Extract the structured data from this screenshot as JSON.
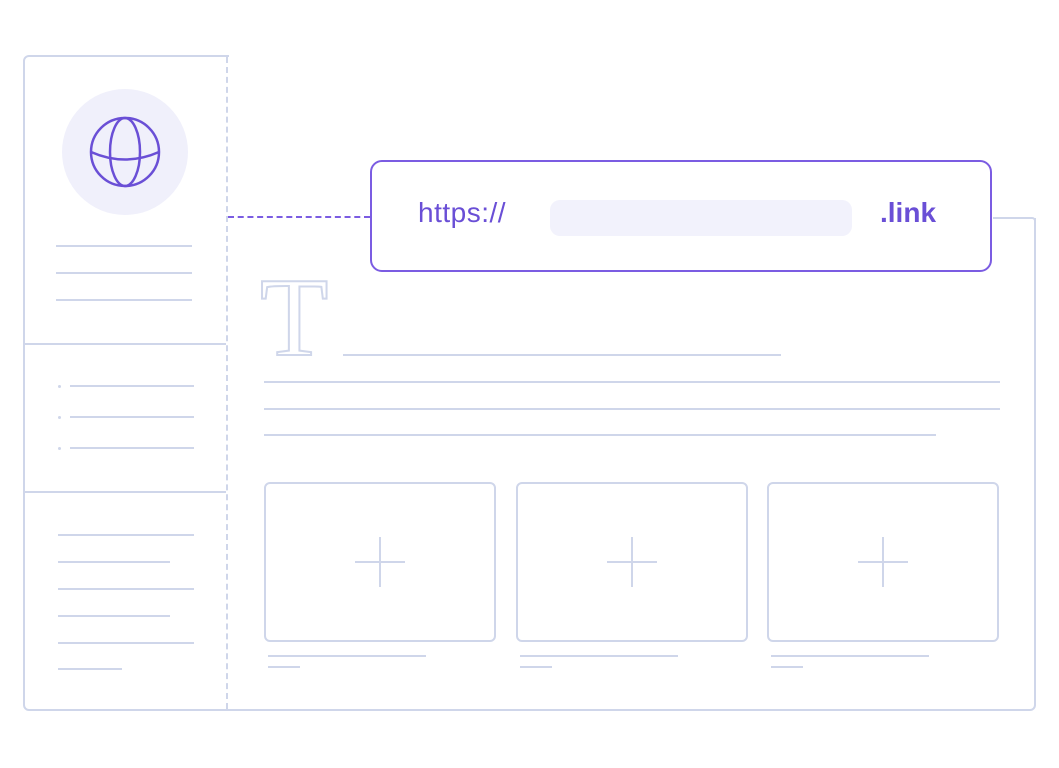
{
  "url_bar": {
    "prefix": "https://",
    "suffix": ".link",
    "value": ""
  },
  "typography_glyph": "T",
  "icons": {
    "globe": "globe-icon",
    "plus": "plus-icon"
  },
  "colors": {
    "accent": "#6a4fd6",
    "accent_border": "#7b5ce2",
    "placeholder_line": "#cfd6ea",
    "input_fill": "#f2f2fc",
    "globe_bg": "#f0f0fb"
  }
}
